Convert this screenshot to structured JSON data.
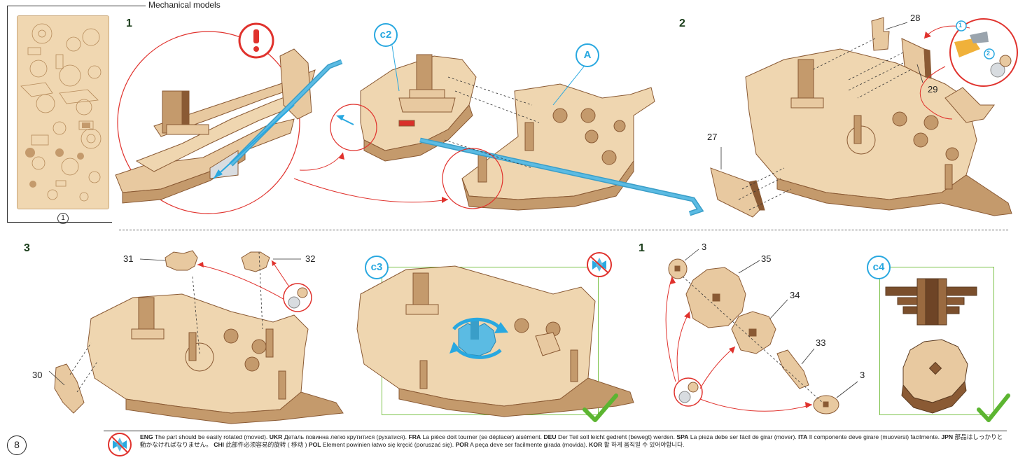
{
  "header": {
    "section_title": "Mechanical models"
  },
  "sheet": {
    "number": "1"
  },
  "steps": {
    "s1": "1",
    "s2": "2",
    "s3": "3",
    "s1b": "1"
  },
  "callouts": {
    "c2": "c2",
    "A": "A",
    "c3": "c3",
    "c4": "c4"
  },
  "parts": {
    "p28": "28",
    "p29": "29",
    "p27": "27",
    "p31": "31",
    "p32": "32",
    "p30": "30",
    "p3a": "3",
    "p35": "35",
    "p34": "34",
    "p33": "33",
    "p3b": "3"
  },
  "badges": {
    "b1": "1",
    "b2": "2"
  },
  "footer": {
    "page": "8",
    "eng_code": "ENG",
    "eng": " The part should be easily rotated (moved). ",
    "ukr_code": "UKR",
    "ukr": " Деталь повинна легко крутитися (рухатися). ",
    "fra_code": "FRA",
    "fra": " La pièce doit tourner (se déplacer) aisément. ",
    "deu_code": "DEU",
    "deu": " Der Teil soll leicht gedreht (bewegt) werden. ",
    "spa_code": "SPA",
    "spa": " La pieza debe ser fácil de girar (mover). ",
    "ita_code": "ITA",
    "ita": " Il componente deve girare (muoversi) facilmente. ",
    "jpn_code": "JPN",
    "jpn": " 部品はしっかりと動かなければなりません。 ",
    "chi_code": "CHI",
    "chi": " 此部件必须容易的旋转 ( 移动 ) ",
    "pol_code": "POL",
    "pol": " Element powinien łatwo się kręcić (poruszać się). ",
    "por_code": "POR",
    "por": " A peça deve ser facilmente girada (movida). ",
    "kor_code": "KOR",
    "kor": " 활 하게 움직일 수 있어야합니다."
  },
  "colors": {
    "wood": "#e8c9a0",
    "wood_dark": "#c49a6c",
    "wood_edge": "#8a5a34",
    "blue": "#29a8e0",
    "red": "#e0322d",
    "green": "#7cc24a"
  }
}
